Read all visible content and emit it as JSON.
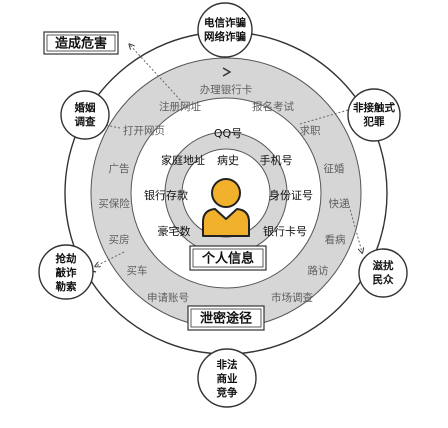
{
  "diagram": {
    "title_harm": "造成危害",
    "title_leak": "泄密途径",
    "title_core": "个人信息",
    "core_items": {
      "qq": "QQ号",
      "home_address": "家庭地址",
      "medical_history": "病史",
      "phone": "手机号",
      "bank_deposit": "银行存款",
      "id_number": "身份证号",
      "property": "豪宅数",
      "bank_card": "银行卡号"
    },
    "leak_channels": {
      "open_bank_card": "办理银行卡",
      "register_url": "注册网址",
      "exam_signup": "报名考试",
      "open_webpage": "打开网页",
      "job_hunting": "求职",
      "ads": "广告",
      "marriage_agency": "征婚",
      "buy_insurance": "买保险",
      "courier": "快递",
      "buy_house": "买房",
      "hospital_visit": "看病",
      "buy_car": "买车",
      "visits": "路访",
      "apply_account": "申请账号",
      "market_survey": "市场调查"
    },
    "harms": {
      "telecom_fraud": [
        "电信诈骗",
        "网络诈骗"
      ],
      "marriage_investigation": [
        "婚姻",
        "调查"
      ],
      "contact_crime": [
        "非接触式",
        "犯罪"
      ],
      "robbery_extortion": [
        "抢劫",
        "敲诈",
        "勒索"
      ],
      "harassment": [
        "滋扰",
        "民众"
      ],
      "unfair_competition": [
        "非法",
        "商业",
        "竞争"
      ]
    },
    "colors": {
      "ring_gray": "#d6d6d6",
      "outline": "#333333",
      "person_fill": "#f2b12d",
      "secondary_text": "#5e5e5e"
    },
    "icons": [
      "person-icon"
    ]
  }
}
